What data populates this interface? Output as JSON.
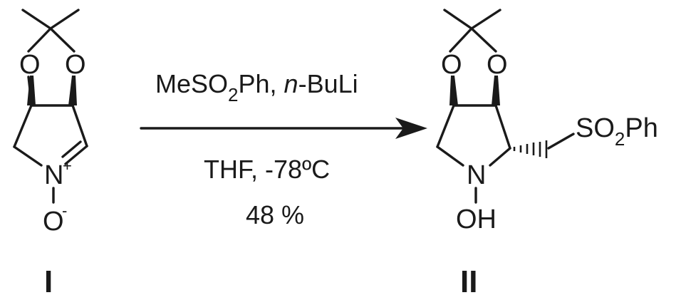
{
  "compound_1": {
    "label": "I",
    "atoms": {
      "o_left": "O",
      "o_right": "O",
      "n": "N",
      "n_charge": "+",
      "o_oxide": "O",
      "o_oxide_charge": "-"
    }
  },
  "compound_2": {
    "label": "II",
    "atoms": {
      "o_left": "O",
      "o_right": "O",
      "n": "N",
      "oh": "OH",
      "so2_main": "SO",
      "so2_sub": "2",
      "so2_tail": "Ph"
    }
  },
  "reaction": {
    "reagent_main": "MeSO",
    "reagent_sub": "2",
    "reagent_mid": "Ph, ",
    "reagent_italic": "n",
    "reagent_tail": "-BuLi",
    "conditions": "THF, -78ºC",
    "yield": "48 %"
  }
}
